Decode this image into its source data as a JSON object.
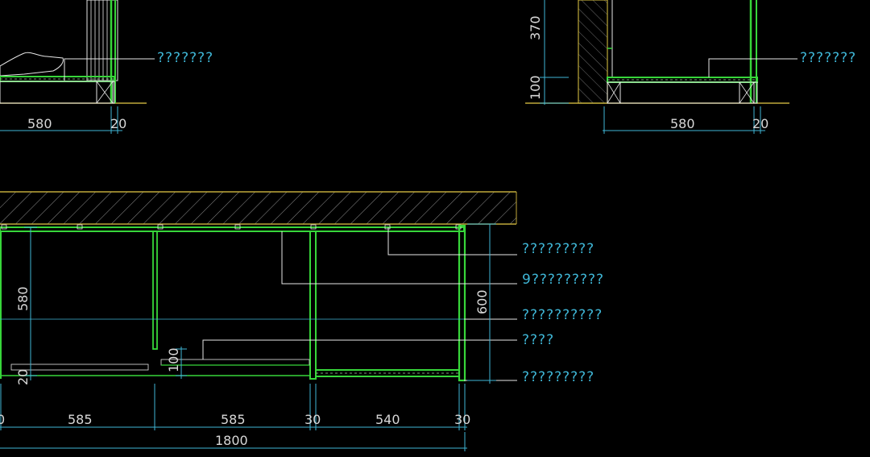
{
  "drawing": {
    "top_left_detail": {
      "callout": "???????",
      "dim_depth": "580",
      "dim_wall": "20"
    },
    "top_right_detail": {
      "callout": "???????",
      "dim_height_upper": "370",
      "dim_height_lower": "100",
      "dim_depth": "580",
      "dim_wall": "20"
    },
    "plan": {
      "callouts": [
        "?????????",
        "9?????????",
        "??????????",
        "????",
        "?????????"
      ],
      "dim_height": "580",
      "dim_shelf_gap": "100",
      "dim_bottom_gap": "20",
      "dim_side_height": "600",
      "bottom_dims": [
        "0",
        "585",
        "585",
        "30",
        "540",
        "30"
      ],
      "overall_width": "1800"
    }
  },
  "colors": {
    "background": "#000000",
    "panel_green": "#37d63a",
    "dim_cyan": "#3fb6d6",
    "dim_text": "#d8d8d8",
    "hatch_yellow": "#bfa93a",
    "line_white": "#e6e6e6"
  }
}
